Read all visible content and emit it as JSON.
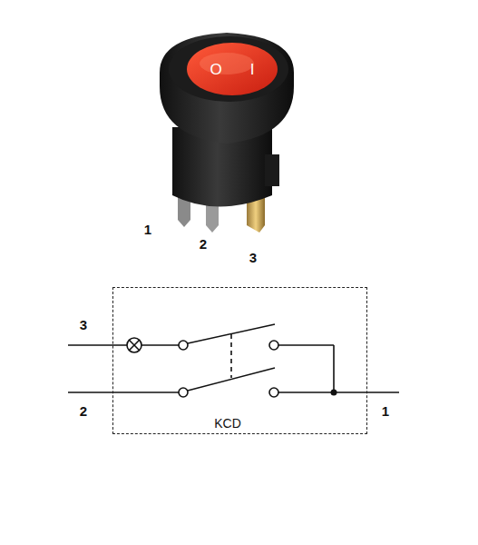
{
  "diagram": {
    "nodes": [
      {
        "text": [
          "KCD"
        ]
      }
    ],
    "labels": [
      "O",
      "I",
      "1",
      "2",
      "3",
      "3",
      "2",
      "1"
    ]
  }
}
